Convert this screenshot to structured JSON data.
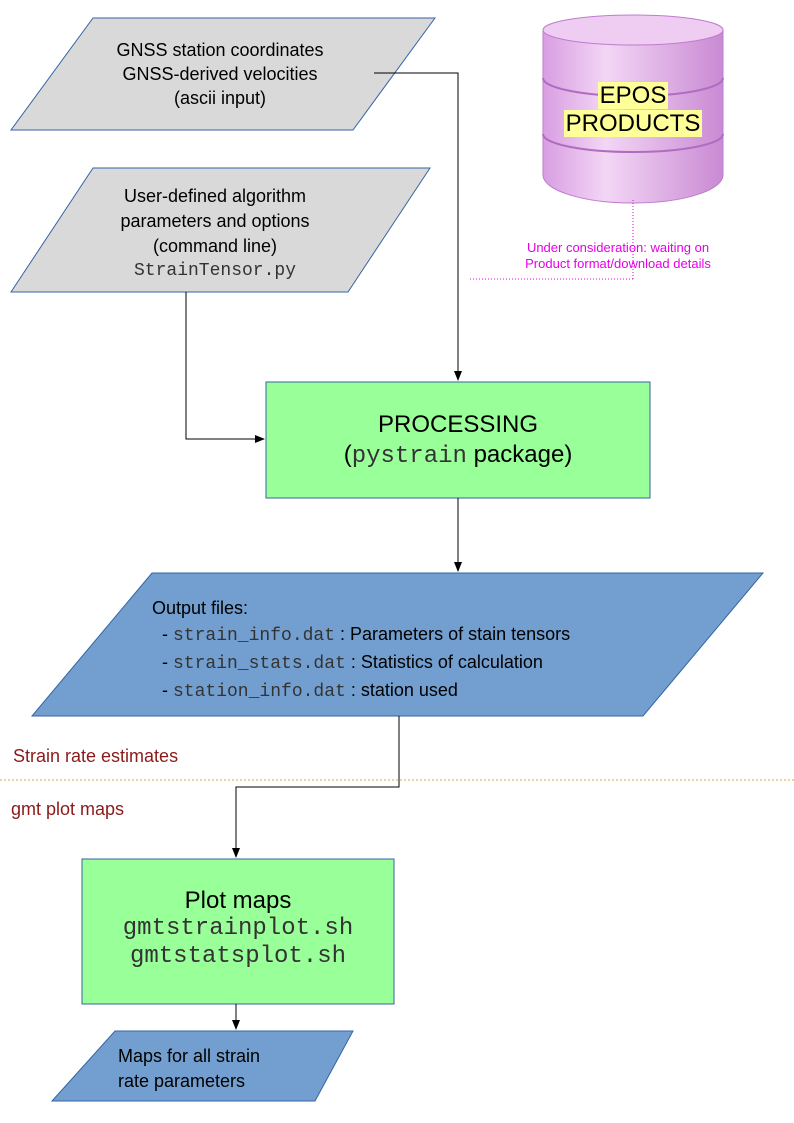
{
  "inputs": {
    "gnss": {
      "line1": "GNSS station coordinates",
      "line2": "GNSS-derived velocities",
      "line3": "(ascii input)"
    },
    "user": {
      "line1": "User-defined algorithm",
      "line2": "parameters and options",
      "line3": "(command line)",
      "script": "StrainTensor.py"
    }
  },
  "epos": {
    "line1": "EPOS",
    "line2": "PRODUCTS",
    "note_line1": "Under consideration: waiting on",
    "note_line2": "Product format/download details"
  },
  "processing": {
    "title": "PROCESSING",
    "paren_open": "(",
    "package_code": "pystrain",
    "package_word": " package)"
  },
  "output": {
    "heading": "Output files:",
    "files": [
      {
        "bullet": "- ",
        "name": "strain_info.dat",
        "desc": " : Parameters of stain tensors"
      },
      {
        "bullet": "- ",
        "name": "strain_stats.dat",
        "desc": " : Statistics of calculation"
      },
      {
        "bullet": "- ",
        "name": "station_info.dat",
        "desc": " : station used"
      }
    ]
  },
  "sections": {
    "estimates": "Strain rate estimates",
    "plots": "gmt plot maps"
  },
  "plot": {
    "title": "Plot maps",
    "script1": "gmtstrainplot.sh",
    "script2": "gmtstatsplot.sh"
  },
  "maps": {
    "line1": "Maps for all strain",
    "line2": "rate parameters"
  },
  "colors": {
    "input_fill": "#d9d9d9",
    "process_fill": "#99ff99",
    "output_fill": "#729fcf",
    "db_fill": "#e8b8ec",
    "db_band": "#c88ad6",
    "highlight": "#ffff99",
    "note": "#e600e6",
    "section_text": "#8b1a1a",
    "divider": "#d9a640"
  }
}
